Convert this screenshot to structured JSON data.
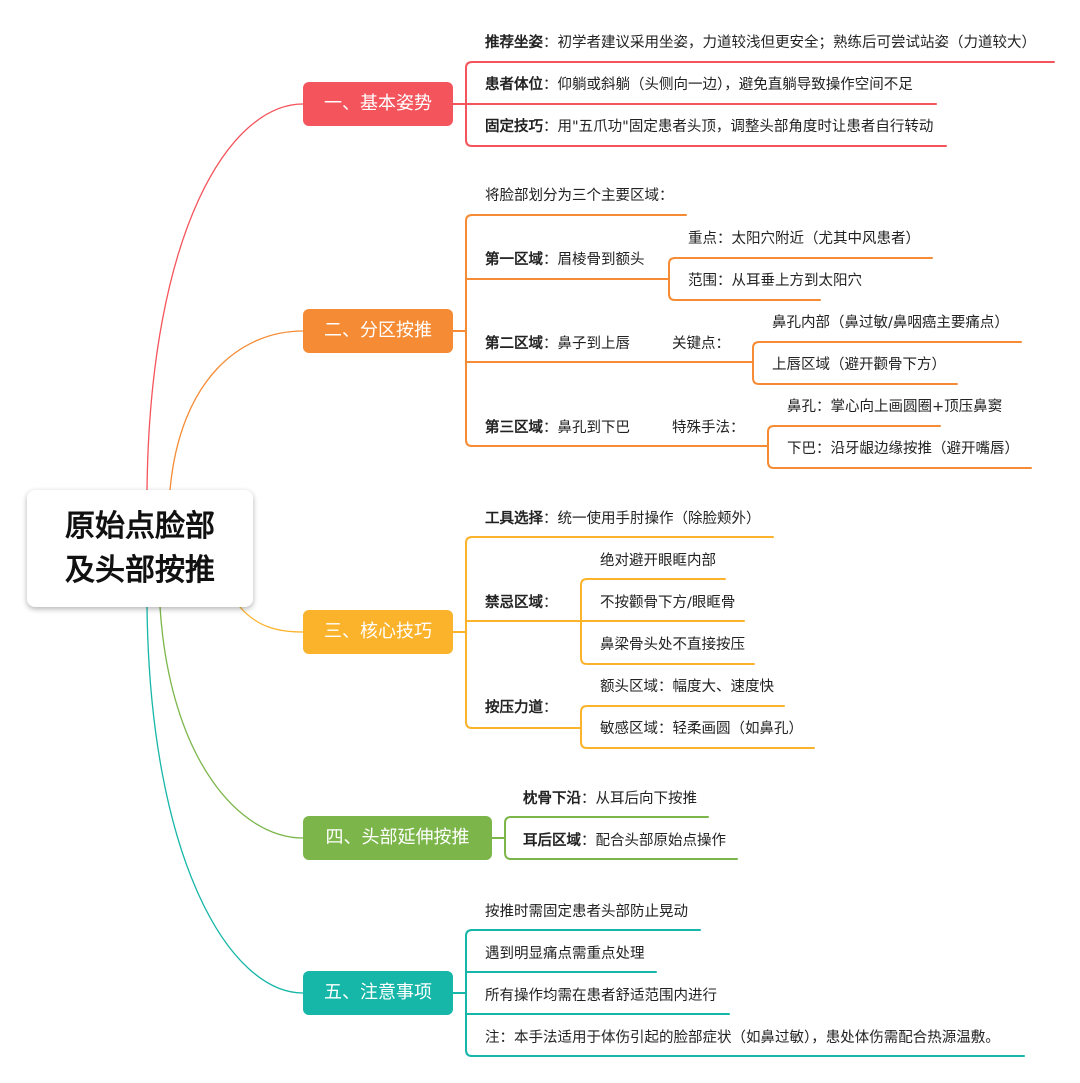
{
  "center": {
    "line1": "原始点脸部",
    "line2": "及头部按推"
  },
  "colors": {
    "red": "#f4545b",
    "orange": "#f58b35",
    "yellow": "#fbb32c",
    "green": "#7cb64a",
    "teal": "#16b6a8"
  },
  "branches": [
    {
      "title": "一、基本姿势",
      "items": [
        {
          "label": "推荐坐姿",
          "text": "：初学者建议采用坐姿，力道较浅但更安全；熟练后可尝试站姿（力道较大）"
        },
        {
          "label": "患者体位",
          "text": "：仰躺或斜躺（头侧向一边），避免直躺导致操作空间不足"
        },
        {
          "label": "固定技巧",
          "text": "：用\"五爪功\"固定患者头顶，调整头部角度时让患者自行转动"
        }
      ]
    },
    {
      "title": "二、分区按推",
      "intro": "将脸部划分为三个主要区域：",
      "zones": [
        {
          "label": "第一区域",
          "text": "：眉棱骨到额头",
          "sub_label": "",
          "subs": [
            "重点：太阳穴附近（尤其中风患者）",
            "范围：从耳垂上方到太阳穴"
          ]
        },
        {
          "label": "第二区域",
          "text": "：鼻子到上唇",
          "sub_label": "关键点：",
          "subs": [
            "鼻孔内部（鼻过敏/鼻咽癌主要痛点）",
            "上唇区域（避开颧骨下方）"
          ]
        },
        {
          "label": "第三区域",
          "text": "：鼻孔到下巴",
          "sub_label": "特殊手法：",
          "subs": [
            "鼻孔：掌心向上画圆圈+顶压鼻窦",
            "下巴：沿牙龈边缘按推（避开嘴唇）"
          ]
        }
      ]
    },
    {
      "title": "三、核心技巧",
      "tool": {
        "label": "工具选择",
        "text": "：统一使用手肘操作（除脸颊外）"
      },
      "forbidden": {
        "label": "禁忌区域",
        "text": "：",
        "subs": [
          "绝对避开眼眶内部",
          "不按颧骨下方/眼眶骨",
          "鼻梁骨头处不直接按压"
        ]
      },
      "force": {
        "label": "按压力道",
        "text": "：",
        "subs": [
          "额头区域：幅度大、速度快",
          "敏感区域：轻柔画圆（如鼻孔）"
        ]
      }
    },
    {
      "title": "四、头部延伸按推",
      "items": [
        {
          "label": "枕骨下沿",
          "text": "：从耳后向下按推"
        },
        {
          "label": "耳后区域",
          "text": "：配合头部原始点操作"
        }
      ]
    },
    {
      "title": "五、注意事项",
      "items": [
        "按推时需固定患者头部防止晃动",
        "遇到明显痛点需重点处理",
        "所有操作均需在患者舒适范围内进行",
        "注：本手法适用于体伤引起的脸部症状（如鼻过敏），患处体伤需配合热源温敷。"
      ]
    }
  ]
}
